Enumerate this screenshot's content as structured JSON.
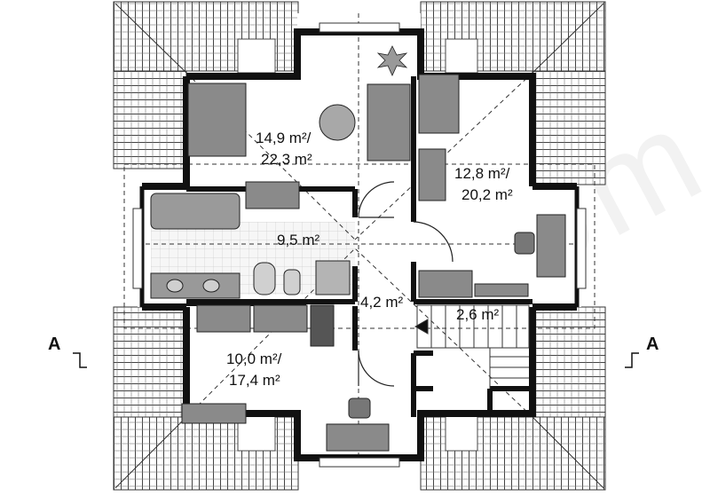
{
  "plan": {
    "rooms": {
      "room_top_left": {
        "area_net": "14,9 m²/",
        "area_gross": "22,3 m²"
      },
      "room_right": {
        "area_net": "12,8 m²/",
        "area_gross": "20,2 m²"
      },
      "bathroom": {
        "area": "9,5 m²"
      },
      "hall": {
        "area": "4,2 m²"
      },
      "stairs": {
        "area": "2,6 m²"
      },
      "room_bottom_left": {
        "area_net": "10,0 m²/",
        "area_gross": "17,4 m²"
      }
    },
    "section_marks": {
      "left": "A",
      "right": "A"
    }
  },
  "watermark": {
    "text": "extradom"
  },
  "colors": {
    "wall": "#111111",
    "roof": "#555555",
    "furniture": "#8a8a8a",
    "floor": "#ffffff"
  }
}
